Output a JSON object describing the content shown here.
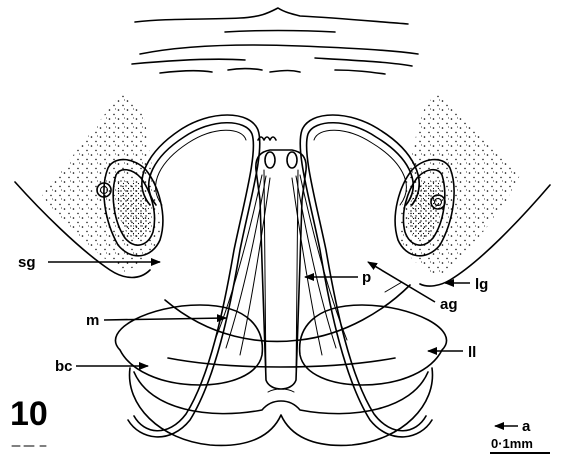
{
  "figure": {
    "figure_number": "10",
    "scale_bar_label": "0·1mm",
    "labels": {
      "sg": "sg",
      "m": "m",
      "bc": "bc",
      "p": "p",
      "lg": "lg",
      "ag": "ag",
      "ll": "ll",
      "a": "a"
    }
  }
}
